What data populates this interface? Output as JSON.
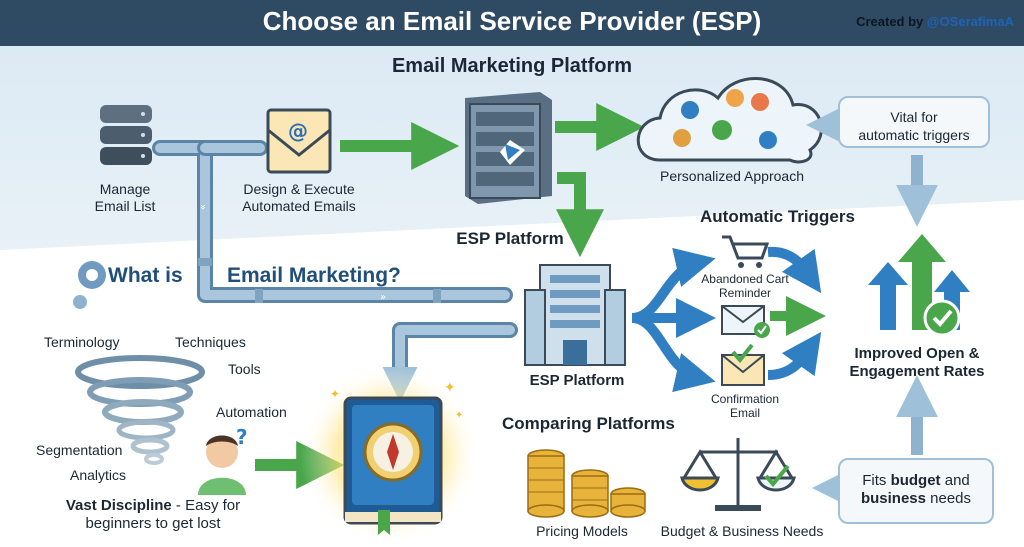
{
  "header": {
    "title": "Choose an Email Service Provider (ESP)",
    "credit_prefix": "Created by ",
    "credit_handle": "@OSerafimaA"
  },
  "top_section": {
    "title": "Email Marketing Platform",
    "manage_list": [
      "Manage",
      "Email List"
    ],
    "design_emails": [
      "Design & Execute",
      "Automated Emails"
    ],
    "esp_platform_top": "ESP Platform",
    "personalized": "Personalized Approach",
    "vital_callout": [
      "Vital for",
      "automatic triggers"
    ]
  },
  "middle_section": {
    "what_is_left": "What is",
    "what_is_right": "Email Marketing?",
    "esp_platform": "ESP Platform",
    "automatic_triggers": "Automatic Triggers",
    "abandoned_cart": [
      "Abandoned Cart",
      "Reminder"
    ],
    "confirmation": [
      "Confirmation",
      "Email"
    ],
    "improved": [
      "Improved Open &",
      "Engagement Rates"
    ]
  },
  "left_section": {
    "terms": [
      "Terminology",
      "Techniques",
      "Tools",
      "Automation",
      "Segmentation",
      "Analytics"
    ],
    "tagline_bold": "Vast Discipline",
    "tagline_rest": " - Easy for",
    "tagline_line2": "beginners to get lost"
  },
  "bottom_section": {
    "comparing": "Comparing Platforms",
    "pricing": "Pricing Models",
    "budget": "Budget & Business Needs",
    "fits_callout_1": "Fits ",
    "fits_callout_bold1": "budget",
    "fits_callout_2": " and",
    "fits_callout_bold2": "business",
    "fits_callout_3": " needs"
  },
  "colors": {
    "banner": "#2f4a63",
    "pipe": "#8fb3cf",
    "arrow_green": "#4aa64a",
    "arrow_blue": "#2f7fc2",
    "accent_blue": "#1f63b8"
  }
}
